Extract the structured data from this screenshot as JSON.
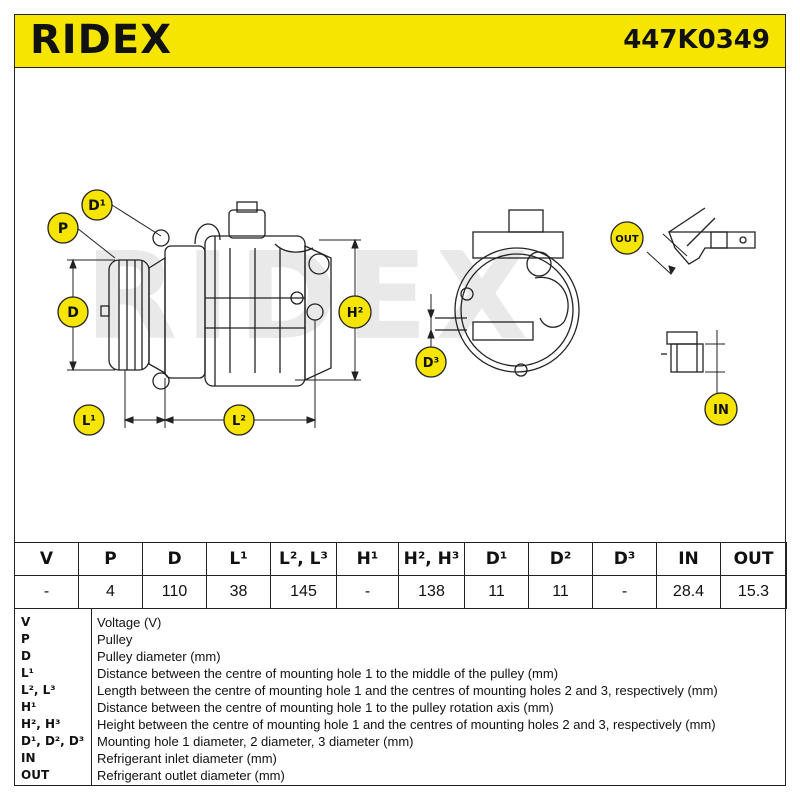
{
  "header": {
    "brand": "RIDEX",
    "part_number": "447K0349",
    "background_color": "#f5e500"
  },
  "drawing": {
    "watermark": "RIDEX",
    "callouts": {
      "d1": "D¹",
      "p": "P",
      "d": "D",
      "h2": "H²",
      "l1": "L¹",
      "l2": "L²",
      "d3": "D³",
      "out": "OUT",
      "in": "IN"
    },
    "callout_color": "#f5e500"
  },
  "specs": {
    "headers": [
      "V",
      "P",
      "D",
      "L¹",
      "L², L³",
      "H¹",
      "H², H³",
      "D¹",
      "D²",
      "D³",
      "IN",
      "OUT"
    ],
    "values": [
      "-",
      "4",
      "110",
      "38",
      "145",
      "-",
      "138",
      "11",
      "11",
      "-",
      "28.4",
      "15.3"
    ]
  },
  "legend": [
    {
      "key": "V",
      "desc": "Voltage (V)"
    },
    {
      "key": "P",
      "desc": "Pulley"
    },
    {
      "key": "D",
      "desc": "Pulley diameter (mm)"
    },
    {
      "key": "L¹",
      "desc": "Distance between the centre of mounting hole 1 to the middle of the pulley (mm)"
    },
    {
      "key": "L², L³",
      "desc": "Length between the centre of mounting hole 1 and the centres of mounting holes 2 and 3, respectively (mm)"
    },
    {
      "key": "H¹",
      "desc": "Distance between the centre of mounting hole 1 to the pulley rotation axis (mm)"
    },
    {
      "key": "H², H³",
      "desc": "Height between the centre of mounting hole 1 and the centres of mounting holes 2 and 3, respectively (mm)"
    },
    {
      "key": "D¹, D², D³",
      "desc": "Mounting hole 1 diameter, 2 diameter, 3 diameter (mm)"
    },
    {
      "key": "IN",
      "desc": "Refrigerant inlet diameter (mm)"
    },
    {
      "key": "OUT",
      "desc": "Refrigerant outlet diameter (mm)"
    }
  ]
}
